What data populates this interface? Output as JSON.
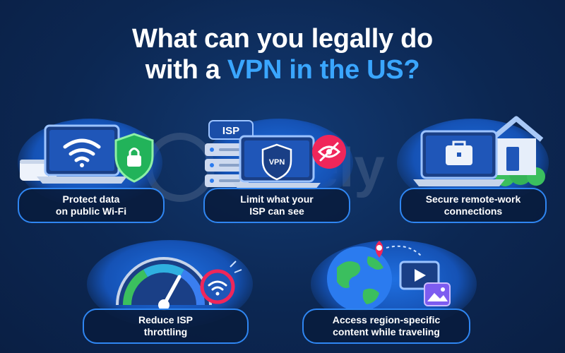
{
  "title": {
    "line1": "What can you legally do",
    "line2_prefix": "with a",
    "line2_highlight": "VPN in the US?"
  },
  "watermark": {
    "text": "Safely"
  },
  "features": [
    {
      "line1": "Protect data",
      "line2": "on public Wi-Fi"
    },
    {
      "line1": "Limit what your",
      "line2": "ISP can see"
    },
    {
      "line1": "Secure remote-work",
      "line2": "connections"
    },
    {
      "line1": "Reduce ISP",
      "line2": "throttling"
    },
    {
      "line1": "Access region-specific",
      "line2": "content while traveling"
    }
  ],
  "labels": {
    "isp": "ISP",
    "vpn": "VPN"
  },
  "colors": {
    "background": "#0c2752",
    "accent": "#3aa6ff",
    "card_border": "#2f86f2",
    "shield": "#22b35a",
    "alert": "#f0265a"
  }
}
